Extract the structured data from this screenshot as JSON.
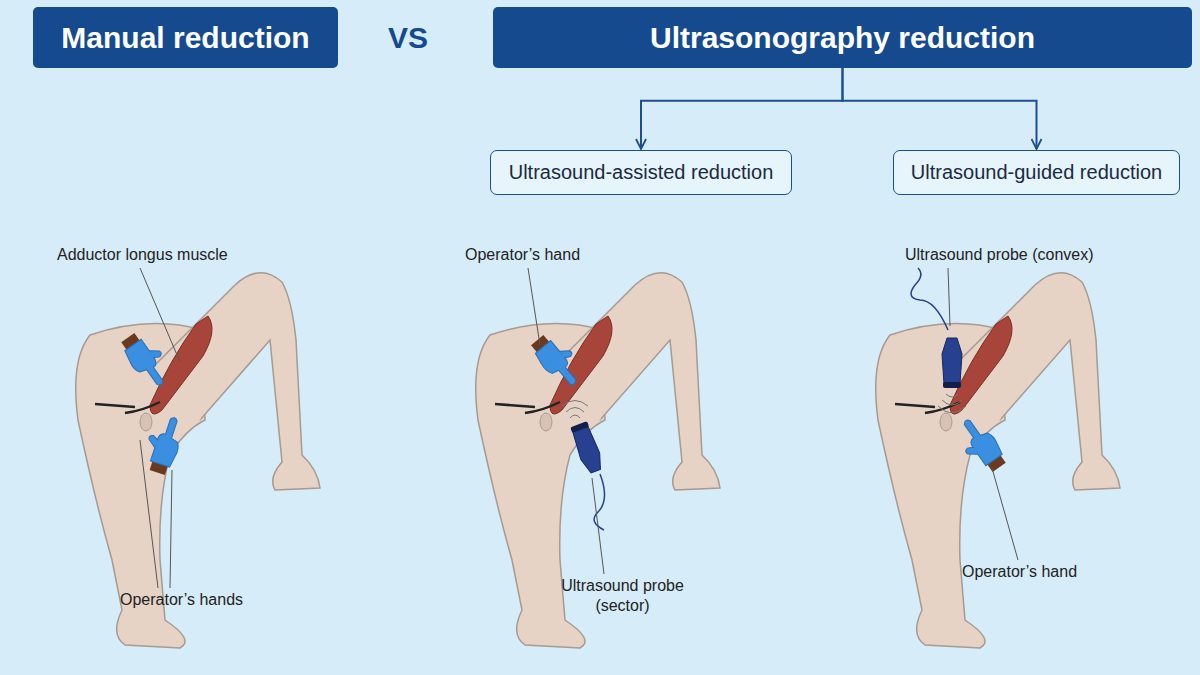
{
  "diagram": {
    "nodes": [
      {
        "text": [
          "Manual reduction"
        ]
      },
      {
        "text": [
          "Ultrasonography reduction"
        ]
      },
      {
        "text": [
          "Ultrasound-assisted reduction"
        ]
      },
      {
        "text": [
          "Ultrasound-guided reduction"
        ]
      }
    ],
    "edges": [
      {
        "from": 1,
        "to": 2,
        "arrow": "to"
      },
      {
        "from": 1,
        "to": 3,
        "arrow": "to"
      }
    ],
    "labels": [
      "VS",
      "Adductor longus muscle",
      "Operator’s hands",
      "Operator’s hand",
      "Ultrasound probe (sector)",
      "Ultrasound probe (convex)",
      "Operator’s hand"
    ]
  }
}
